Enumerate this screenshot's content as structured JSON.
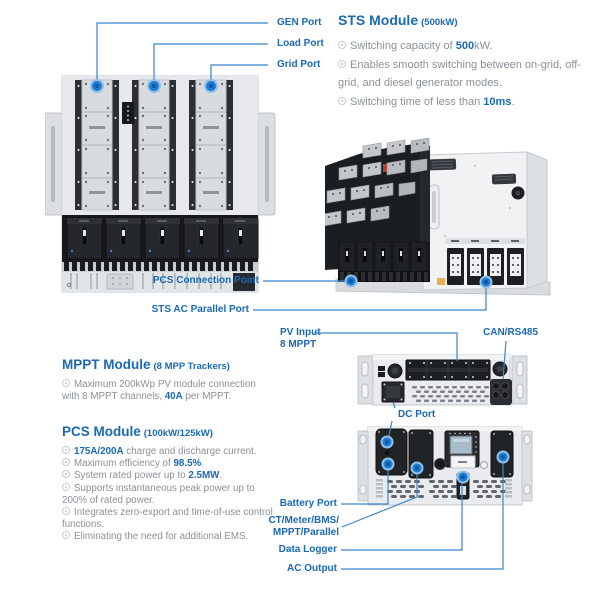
{
  "colors": {
    "accent_blue": "#1a69b4",
    "callout_line_blue": "#3a85cc",
    "port_dot_blue": "#1e7ace",
    "device_light_gray": "#e9ebee",
    "device_dark": "#1d2023",
    "body_text_gray": "#8b9197"
  },
  "callouts": {
    "gen_port": "GEN Port",
    "load_port": "Load Port",
    "grid_port": "Grid Port",
    "pcs_connection_point": "PCS Connection Point",
    "sts_ac_parallel_port": "STS AC Parallel Port",
    "pv_input_line1": "PV Input",
    "pv_input_line2": "8 MPPT",
    "can_rs485": "CAN/RS485",
    "dc_port": "DC Port",
    "battery_port": "Battery Port",
    "ct_meter_line1": "CT/Meter/BMS/",
    "ct_meter_line2": "MPPT/Parallel",
    "data_logger": "Data Logger",
    "ac_output": "AC Output"
  },
  "sts_block": {
    "title": "STS Module",
    "subtitle": "(500kW)",
    "bullets": [
      {
        "pre": "Switching capacity of ",
        "strong": "500",
        "post": "kW."
      },
      {
        "pre": "Enables smooth switching between on-grid, off-grid, and diesel generator modes.",
        "strong": "",
        "post": ""
      },
      {
        "pre": "Switching time of less than ",
        "strong": "10ms",
        "post": "."
      }
    ]
  },
  "mppt_block": {
    "title": "MPPT Module",
    "subtitle": "(8 MPP Trackers)",
    "bullets": [
      {
        "pre": "Maximum 200kWp PV module connection with 8 MPPT channels, ",
        "strong": "40A",
        "post": " per MPPT."
      }
    ]
  },
  "pcs_block": {
    "title": "PCS Module",
    "subtitle": "(100kW/125kW)",
    "bullets": [
      {
        "pre": "",
        "strong": "175A/200A",
        "post": " charge and discharge current."
      },
      {
        "pre": "Maximum efficiency of ",
        "strong": "98.5%",
        "post": "."
      },
      {
        "pre": "System rated power up to ",
        "strong": "2.5MW",
        "post": "."
      },
      {
        "pre": "Supports instantaneous peak power up to 200% of rated power.",
        "strong": "",
        "post": ""
      },
      {
        "pre": "Integrates zero-export and time-of-use control functions.",
        "strong": "",
        "post": ""
      },
      {
        "pre": "Eliminating the need for additional EMS.",
        "strong": "",
        "post": ""
      }
    ]
  }
}
